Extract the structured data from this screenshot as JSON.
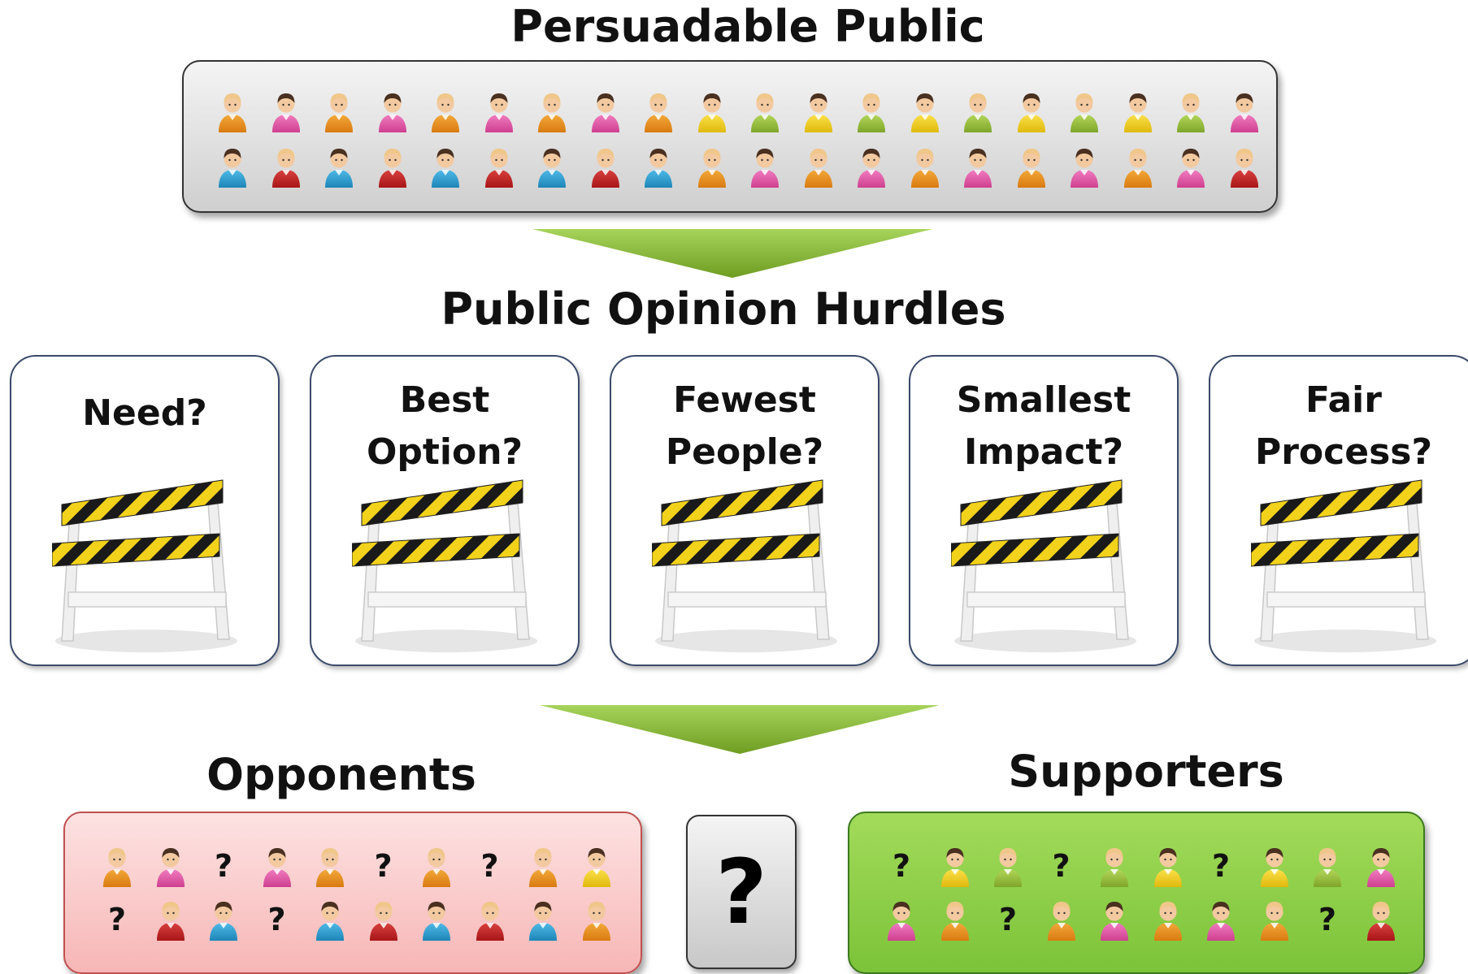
{
  "titles": {
    "public": "Persuadable Public",
    "hurdles": "Public Opinion Hurdles",
    "opponents": "Opponents",
    "supporters": "Supporters"
  },
  "undecided": {
    "symbol": "?"
  },
  "hurdles": [
    {
      "lines": [
        "Need?"
      ]
    },
    {
      "lines": [
        "Best",
        "Option?"
      ]
    },
    {
      "lines": [
        "Fewest",
        "People?"
      ]
    },
    {
      "lines": [
        "Smallest",
        "Impact?"
      ]
    },
    {
      "lines": [
        "Fair",
        "Process?"
      ]
    }
  ],
  "colors": {
    "orange": "#e8921e",
    "pink": "#e45aa6",
    "yellow": "#f4d21c",
    "green": "#93bf3a",
    "blue": "#2ea3d4",
    "red": "#c52224",
    "arrow_green": "#8fc13b",
    "opponents_bg": "#f9c8c8",
    "supporters_bg": "#8cd04a"
  },
  "icons": {
    "person": "person-icon",
    "barricade": "barricade-icon",
    "arrow": "down-arrow-icon",
    "question": "?"
  },
  "public_rows": [
    [
      "orange",
      "pink",
      "orange",
      "pink",
      "orange",
      "pink",
      "orange",
      "pink",
      "orange",
      "yellow",
      "green",
      "yellow",
      "green",
      "yellow",
      "green",
      "yellow",
      "green",
      "yellow",
      "green",
      "pink"
    ],
    [
      "blue",
      "red",
      "blue",
      "red",
      "blue",
      "red",
      "blue",
      "red",
      "blue",
      "orange",
      "pink",
      "orange",
      "pink",
      "orange",
      "pink",
      "orange",
      "pink",
      "orange",
      "pink",
      "red"
    ]
  ],
  "opponents_rows": [
    [
      "orange",
      "pink",
      "?",
      "pink",
      "orange",
      "?",
      "orange",
      "?",
      "orange",
      "yellow"
    ],
    [
      "?",
      "red",
      "blue",
      "?",
      "blue",
      "red",
      "blue",
      "red",
      "blue",
      "orange"
    ]
  ],
  "supporters_rows": [
    [
      "?",
      "yellow",
      "green",
      "?",
      "green",
      "yellow",
      "?",
      "yellow",
      "green",
      "pink"
    ],
    [
      "pink",
      "orange",
      "?",
      "orange",
      "pink",
      "orange",
      "pink",
      "orange",
      "?",
      "red"
    ]
  ]
}
